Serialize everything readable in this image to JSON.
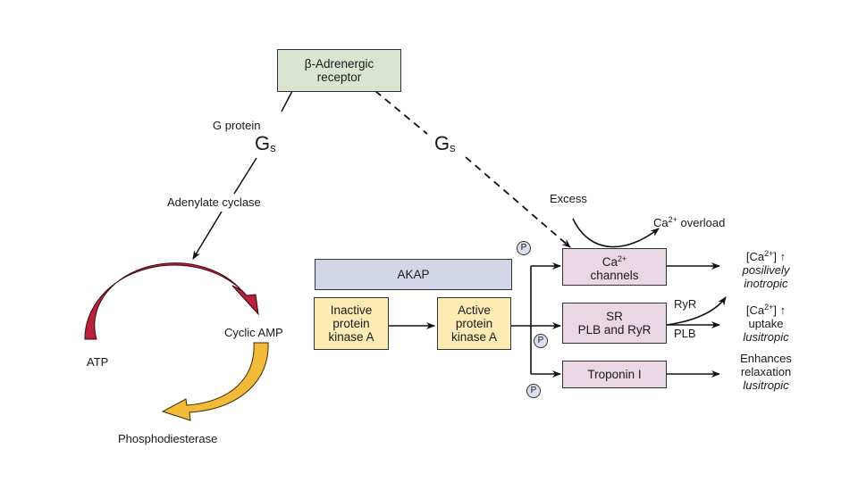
{
  "receptor": {
    "label": "β-Adrenergic receptor"
  },
  "left_path": {
    "g_protein_label": "G protein",
    "gs_main": "G",
    "gs_sub": "s",
    "enzyme_label": "Adenylate cyclase"
  },
  "right_path": {
    "gs_main": "G",
    "gs_sub": "s"
  },
  "cycle": {
    "substrate": "ATP",
    "product": "Cyclic AMP",
    "degrader": "Phosphodiesterase"
  },
  "akap": {
    "label": "AKAP"
  },
  "pka": {
    "inactive": [
      "Inactive",
      "protein",
      "kinase A"
    ],
    "active": [
      "Active",
      "protein",
      "kinase A"
    ]
  },
  "phospho_badge": "P",
  "targets": {
    "ca_channels": {
      "line1_base": "Ca",
      "line1_sup": "2+",
      "line2": "channels"
    },
    "sr": {
      "line1": "SR",
      "line2": "PLB and RyR"
    },
    "troponin": {
      "label": "Troponin I"
    }
  },
  "excess": {
    "label": "Excess",
    "overload_base": "Ca",
    "overload_sup": "2+",
    "overload_rest": " overload"
  },
  "sr_branches": {
    "upper": "RyR",
    "lower": "PLB"
  },
  "outcomes": {
    "o1": {
      "line1_pre": "[Ca",
      "line1_sup": "2+",
      "line1_post": "] ↑",
      "line2": "posilively",
      "line3": "inotropic"
    },
    "o2": {
      "line1_pre": "[Ca",
      "line1_sup": "2+",
      "line1_post": "] ↑",
      "line2": "uptake",
      "line3": "lusitropic"
    },
    "o3": {
      "line1": "Enhances",
      "line2": "relaxation",
      "line3": "lusitropic"
    }
  },
  "colors": {
    "atp_arrow": "#b8223a",
    "pde_arrow": "#f3b938",
    "receptor_fill": "#d9e4d1",
    "akap_fill": "#d3d6e8",
    "pka_fill": "#fcecb4",
    "target_fill": "#e9d8e4"
  }
}
